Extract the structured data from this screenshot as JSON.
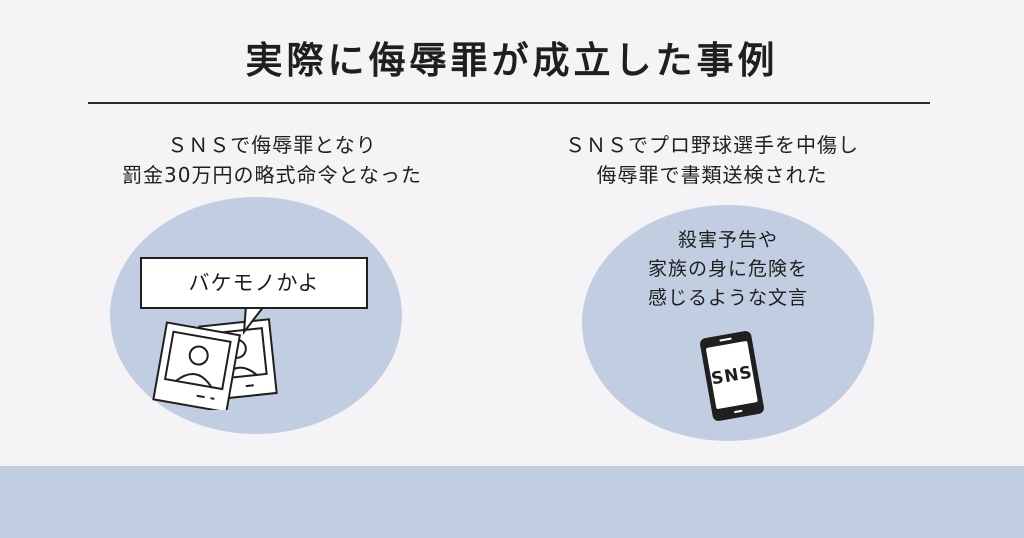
{
  "title": "実際に侮辱罪が成立した事例",
  "left_case": {
    "caption_lines": [
      "ＳＮＳで侮辱罪となり",
      "罰金30万円の略式命令となった"
    ],
    "bubble_text": "バケモノかよ"
  },
  "right_case": {
    "caption_lines": [
      "ＳＮＳでプロ野球選手を中傷し",
      "侮辱罪で書類送検された"
    ],
    "warning_lines": [
      "殺害予告や",
      "家族の身に危険を",
      "感じるような文言"
    ],
    "phone_label": "SNS"
  },
  "colors": {
    "background": "#f6f3f6",
    "accent_blue": "#c1cee1",
    "ink": "#1f1f1f"
  },
  "icons": [
    "speech-bubble",
    "photo-portraits-icon",
    "smartphone-icon"
  ]
}
